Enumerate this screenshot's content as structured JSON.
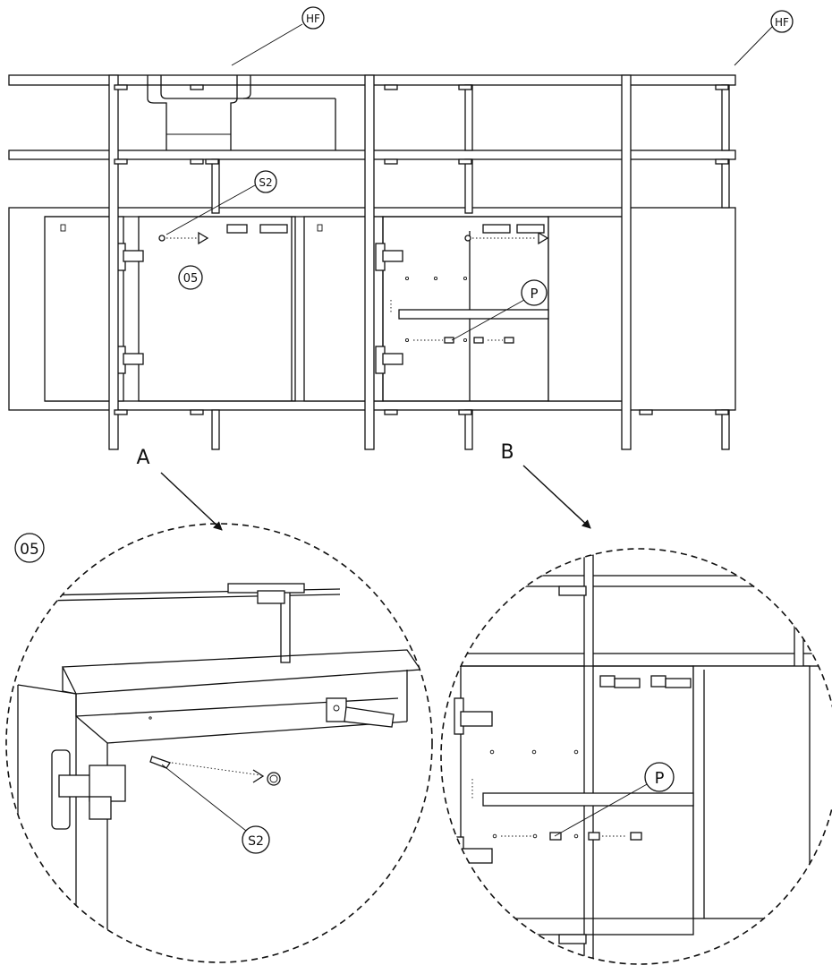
{
  "labels": {
    "hf": "HF",
    "s2": "S2",
    "step": "05",
    "p": "P",
    "view_a": "A",
    "view_b": "B"
  }
}
